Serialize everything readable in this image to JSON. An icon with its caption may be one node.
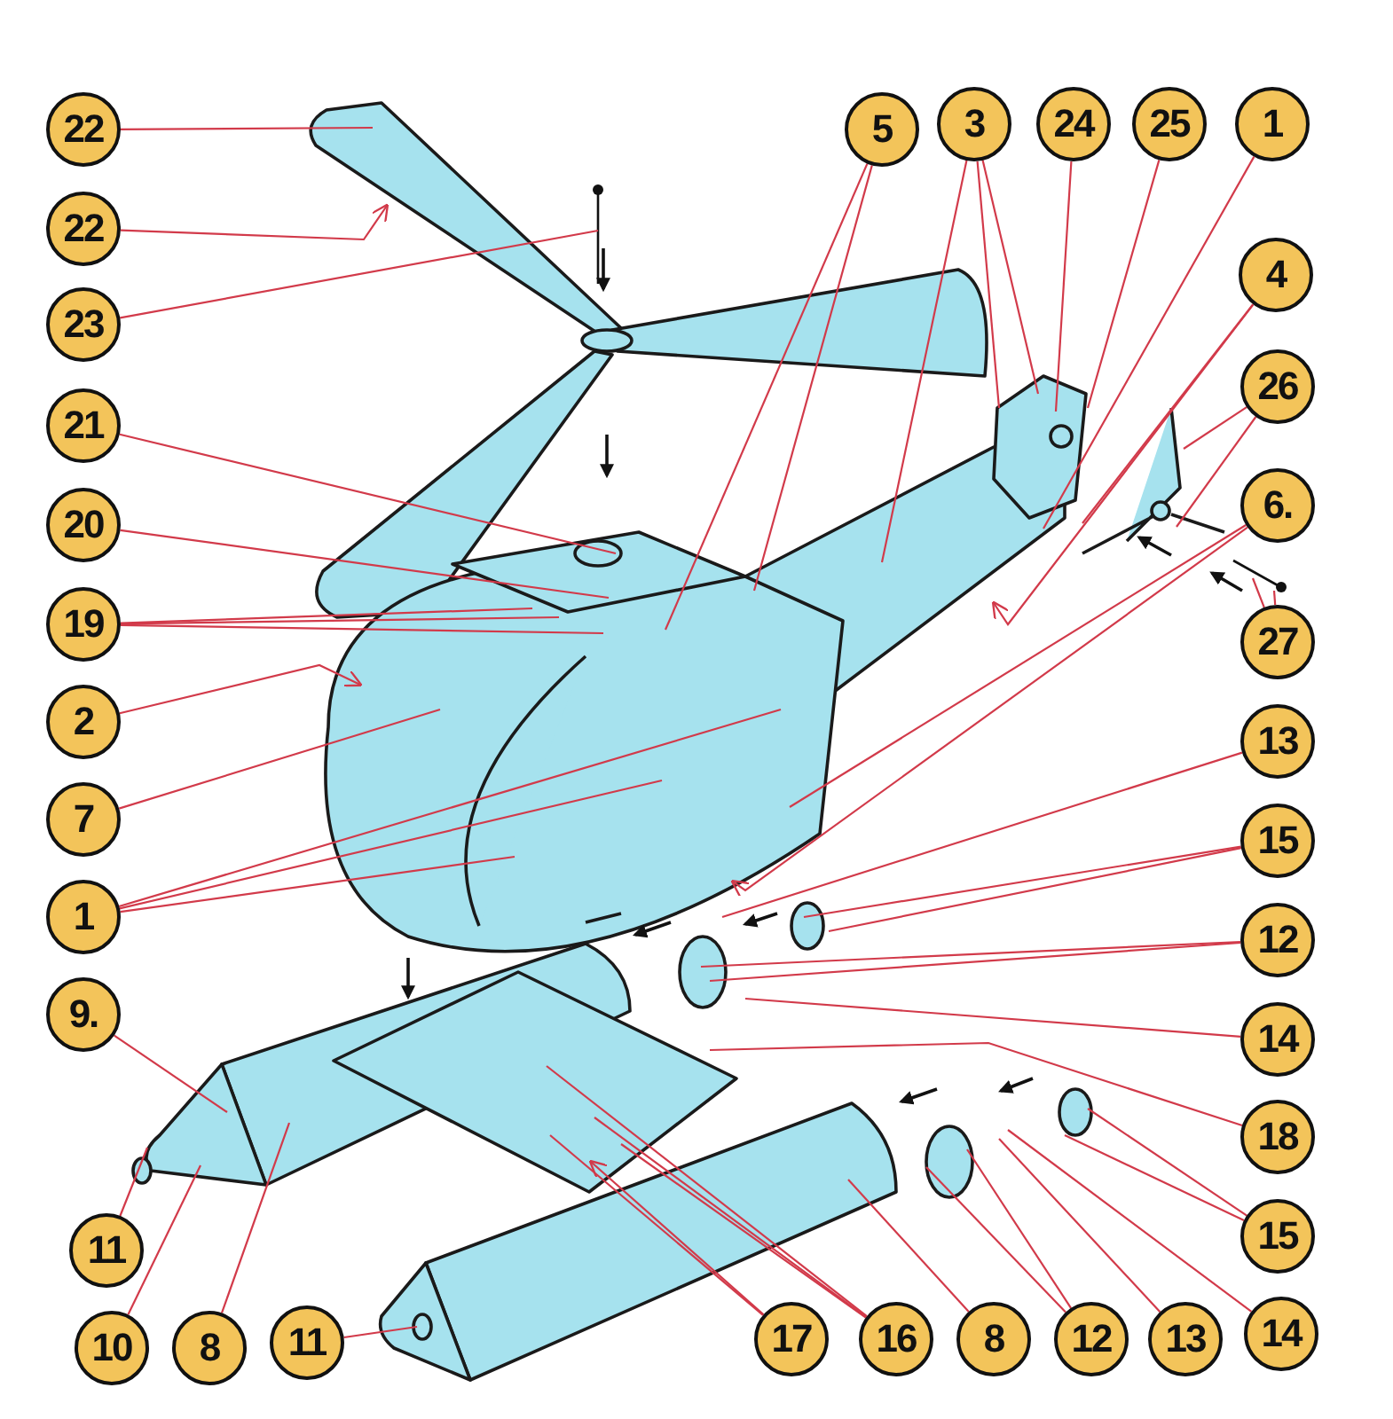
{
  "diagram": {
    "nodes": [
      {
        "text": [
          "22"
        ]
      },
      {
        "text": [
          "5"
        ]
      },
      {
        "text": [
          "3"
        ]
      },
      {
        "text": [
          "24"
        ]
      },
      {
        "text": [
          "25"
        ]
      },
      {
        "text": [
          "1"
        ]
      },
      {
        "text": [
          "22"
        ]
      },
      {
        "text": [
          "4"
        ]
      },
      {
        "text": [
          "23"
        ]
      },
      {
        "text": [
          "26"
        ]
      },
      {
        "text": [
          "21"
        ]
      },
      {
        "text": [
          "20"
        ]
      },
      {
        "text": [
          "6."
        ]
      },
      {
        "text": [
          "19"
        ]
      },
      {
        "text": [
          "27"
        ]
      },
      {
        "text": [
          "2"
        ]
      },
      {
        "text": [
          "13"
        ]
      },
      {
        "text": [
          "7"
        ]
      },
      {
        "text": [
          "15"
        ]
      },
      {
        "text": [
          "1"
        ]
      },
      {
        "text": [
          "12"
        ]
      },
      {
        "text": [
          "9."
        ]
      },
      {
        "text": [
          "14"
        ]
      },
      {
        "text": [
          "18"
        ]
      },
      {
        "text": [
          "15"
        ]
      },
      {
        "text": [
          "11"
        ]
      },
      {
        "text": [
          "10"
        ]
      },
      {
        "text": [
          "8"
        ]
      },
      {
        "text": [
          "11"
        ]
      },
      {
        "text": [
          "17"
        ]
      },
      {
        "text": [
          "16"
        ]
      },
      {
        "text": [
          "8"
        ]
      },
      {
        "text": [
          "12"
        ]
      },
      {
        "text": [
          "13"
        ]
      },
      {
        "text": [
          "14"
        ]
      }
    ],
    "edges": [
      {
        "from": 0,
        "to": null,
        "arrow": "none"
      },
      {
        "from": 1,
        "to": null,
        "arrow": "none"
      },
      {
        "from": 1,
        "to": null,
        "arrow": "none"
      },
      {
        "from": 2,
        "to": null,
        "arrow": "none"
      },
      {
        "from": 2,
        "to": null,
        "arrow": "none"
      },
      {
        "from": 2,
        "to": null,
        "arrow": "none"
      },
      {
        "from": 3,
        "to": null,
        "arrow": "none"
      },
      {
        "from": 4,
        "to": null,
        "arrow": "none"
      },
      {
        "from": 5,
        "to": null,
        "arrow": "none"
      },
      {
        "from": 6,
        "to": null,
        "arrow": "to"
      },
      {
        "from": 7,
        "to": null,
        "arrow": "to"
      },
      {
        "from": 7,
        "to": null,
        "arrow": "none"
      },
      {
        "from": 8,
        "to": null,
        "arrow": "none"
      },
      {
        "from": 9,
        "to": null,
        "arrow": "none"
      },
      {
        "from": 9,
        "to": null,
        "arrow": "none"
      },
      {
        "from": 10,
        "to": null,
        "arrow": "none"
      },
      {
        "from": 11,
        "to": null,
        "arrow": "none"
      },
      {
        "from": 12,
        "to": null,
        "arrow": "to"
      },
      {
        "from": 12,
        "to": null,
        "arrow": "none"
      },
      {
        "from": 13,
        "to": null,
        "arrow": "none"
      },
      {
        "from": 13,
        "to": null,
        "arrow": "none"
      },
      {
        "from": 13,
        "to": null,
        "arrow": "none"
      },
      {
        "from": 14,
        "to": null,
        "arrow": "none"
      },
      {
        "from": 14,
        "to": null,
        "arrow": "none"
      },
      {
        "from": 15,
        "to": null,
        "arrow": "to"
      },
      {
        "from": 16,
        "to": null,
        "arrow": "none"
      },
      {
        "from": 17,
        "to": null,
        "arrow": "none"
      },
      {
        "from": 18,
        "to": null,
        "arrow": "none"
      },
      {
        "from": 18,
        "to": null,
        "arrow": "none"
      },
      {
        "from": 19,
        "to": null,
        "arrow": "none"
      },
      {
        "from": 19,
        "to": null,
        "arrow": "none"
      },
      {
        "from": 19,
        "to": null,
        "arrow": "none"
      },
      {
        "from": 20,
        "to": null,
        "arrow": "none"
      },
      {
        "from": 20,
        "to": null,
        "arrow": "none"
      },
      {
        "from": 21,
        "to": null,
        "arrow": "none"
      },
      {
        "from": 22,
        "to": null,
        "arrow": "none"
      },
      {
        "from": 23,
        "to": null,
        "arrow": "none"
      },
      {
        "from": 24,
        "to": null,
        "arrow": "none"
      },
      {
        "from": 24,
        "to": null,
        "arrow": "none"
      },
      {
        "from": 25,
        "to": null,
        "arrow": "none"
      },
      {
        "from": 26,
        "to": null,
        "arrow": "none"
      },
      {
        "from": 27,
        "to": null,
        "arrow": "none"
      },
      {
        "from": 28,
        "to": null,
        "arrow": "none"
      },
      {
        "from": 29,
        "to": null,
        "arrow": "to"
      },
      {
        "from": 29,
        "to": null,
        "arrow": "none"
      },
      {
        "from": 30,
        "to": null,
        "arrow": "none"
      },
      {
        "from": 30,
        "to": null,
        "arrow": "none"
      },
      {
        "from": 30,
        "to": null,
        "arrow": "none"
      },
      {
        "from": 31,
        "to": null,
        "arrow": "none"
      },
      {
        "from": 32,
        "to": null,
        "arrow": "none"
      },
      {
        "from": 32,
        "to": null,
        "arrow": "none"
      },
      {
        "from": 33,
        "to": null,
        "arrow": "none"
      },
      {
        "from": 34,
        "to": null,
        "arrow": "none"
      }
    ]
  }
}
